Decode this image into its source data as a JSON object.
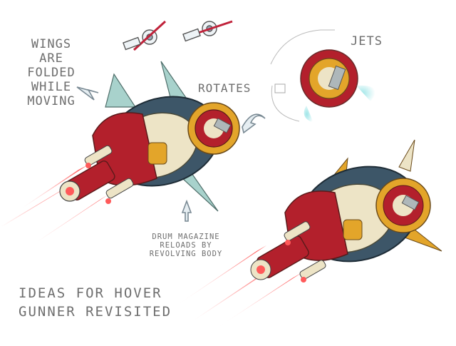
{
  "notes": {
    "wings": "WINGS\nARE\nFOLDED\nWHILE\nMOVING",
    "rotates": "ROTATES",
    "jets": "JETS",
    "drum": "DRUM MAGAZINE\nRELOADS BY\nREVOLVING BODY",
    "title": "IDEAS FOR HOVER\nGUNNER REVISITED"
  },
  "colors": {
    "hull_red": "#b3202c",
    "hull_blue": "#3d5668",
    "gold": "#e3a52a",
    "cream": "#ede4c6",
    "wing_teal": "#a8d2cc",
    "laser": "#ff5a5a",
    "ink": "#6e6e6e"
  }
}
